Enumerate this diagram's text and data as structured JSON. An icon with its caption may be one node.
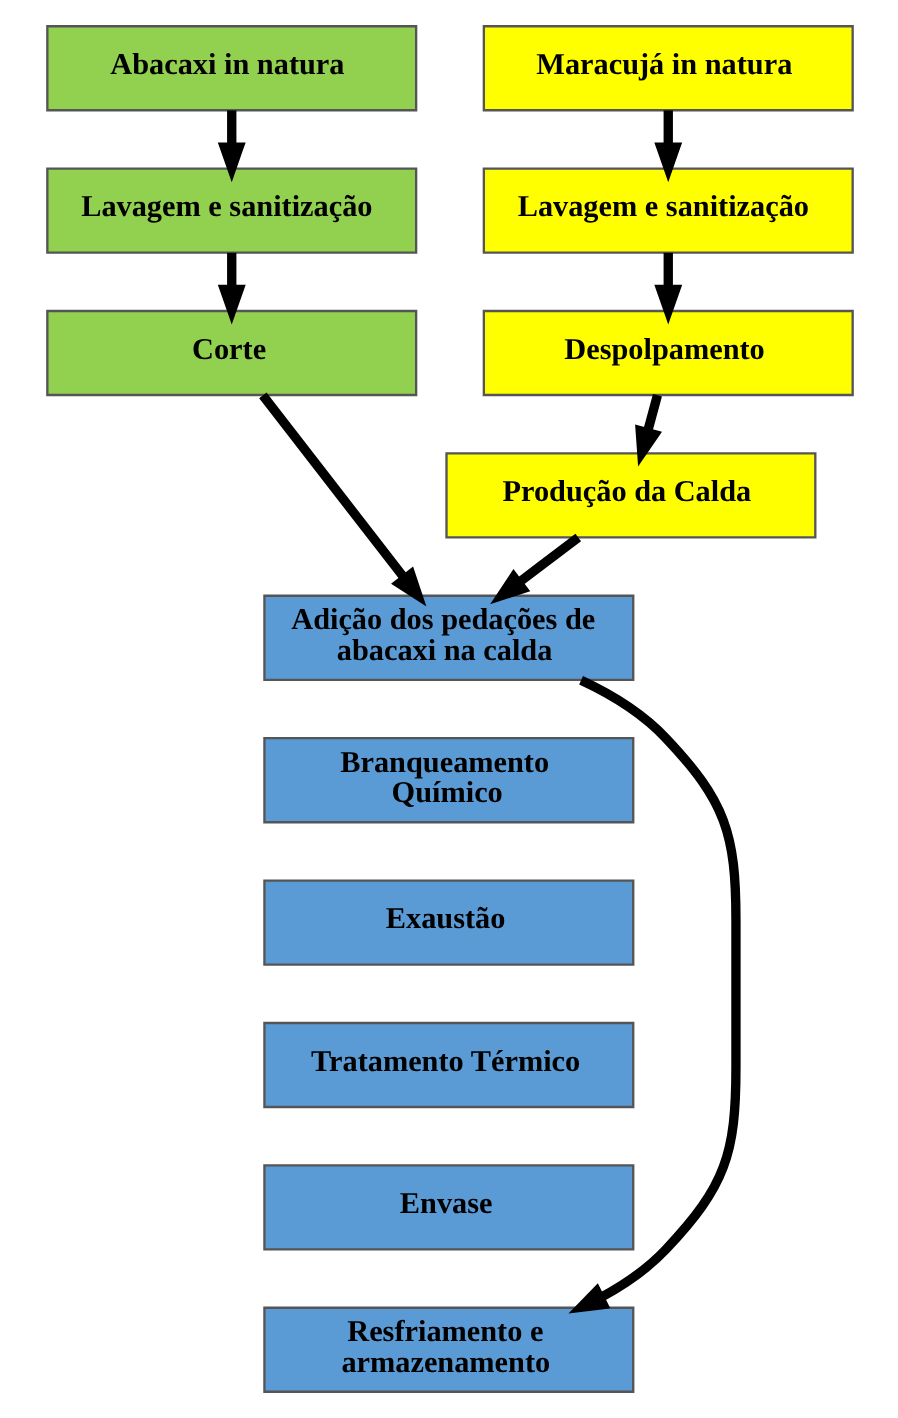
{
  "diagram": {
    "nodes": [
      {
        "text": [
          "Abacaxi in natura"
        ]
      },
      {
        "text": [
          "Lavagem e sanitização"
        ]
      },
      {
        "text": [
          "Corte"
        ]
      },
      {
        "text": [
          "Maracujá in natura"
        ]
      },
      {
        "text": [
          "Lavagem e sanitização"
        ]
      },
      {
        "text": [
          "Despolpamento"
        ]
      },
      {
        "text": [
          "Produção da Calda"
        ]
      },
      {
        "text": [
          "Adição dos pedações de abacaxi na calda"
        ]
      },
      {
        "text": [
          "Branqueamento Químico"
        ]
      },
      {
        "text": [
          "Exaustão"
        ]
      },
      {
        "text": [
          "Tratamento Térmico"
        ]
      },
      {
        "text": [
          "Envase"
        ]
      },
      {
        "text": [
          "Resfriamento e armazenamento"
        ]
      }
    ],
    "edges": [
      {
        "from": 0,
        "to": 1,
        "arrow": "to"
      },
      {
        "from": 1,
        "to": 2,
        "arrow": "to"
      },
      {
        "from": 3,
        "to": 4,
        "arrow": "to"
      },
      {
        "from": 4,
        "to": 5,
        "arrow": "to"
      },
      {
        "from": 5,
        "to": 6,
        "arrow": "to"
      },
      {
        "from": 2,
        "to": 7,
        "arrow": "to"
      },
      {
        "from": 6,
        "to": 7,
        "arrow": "to"
      },
      {
        "from": 7,
        "to": 12,
        "arrow": "to"
      }
    ]
  }
}
